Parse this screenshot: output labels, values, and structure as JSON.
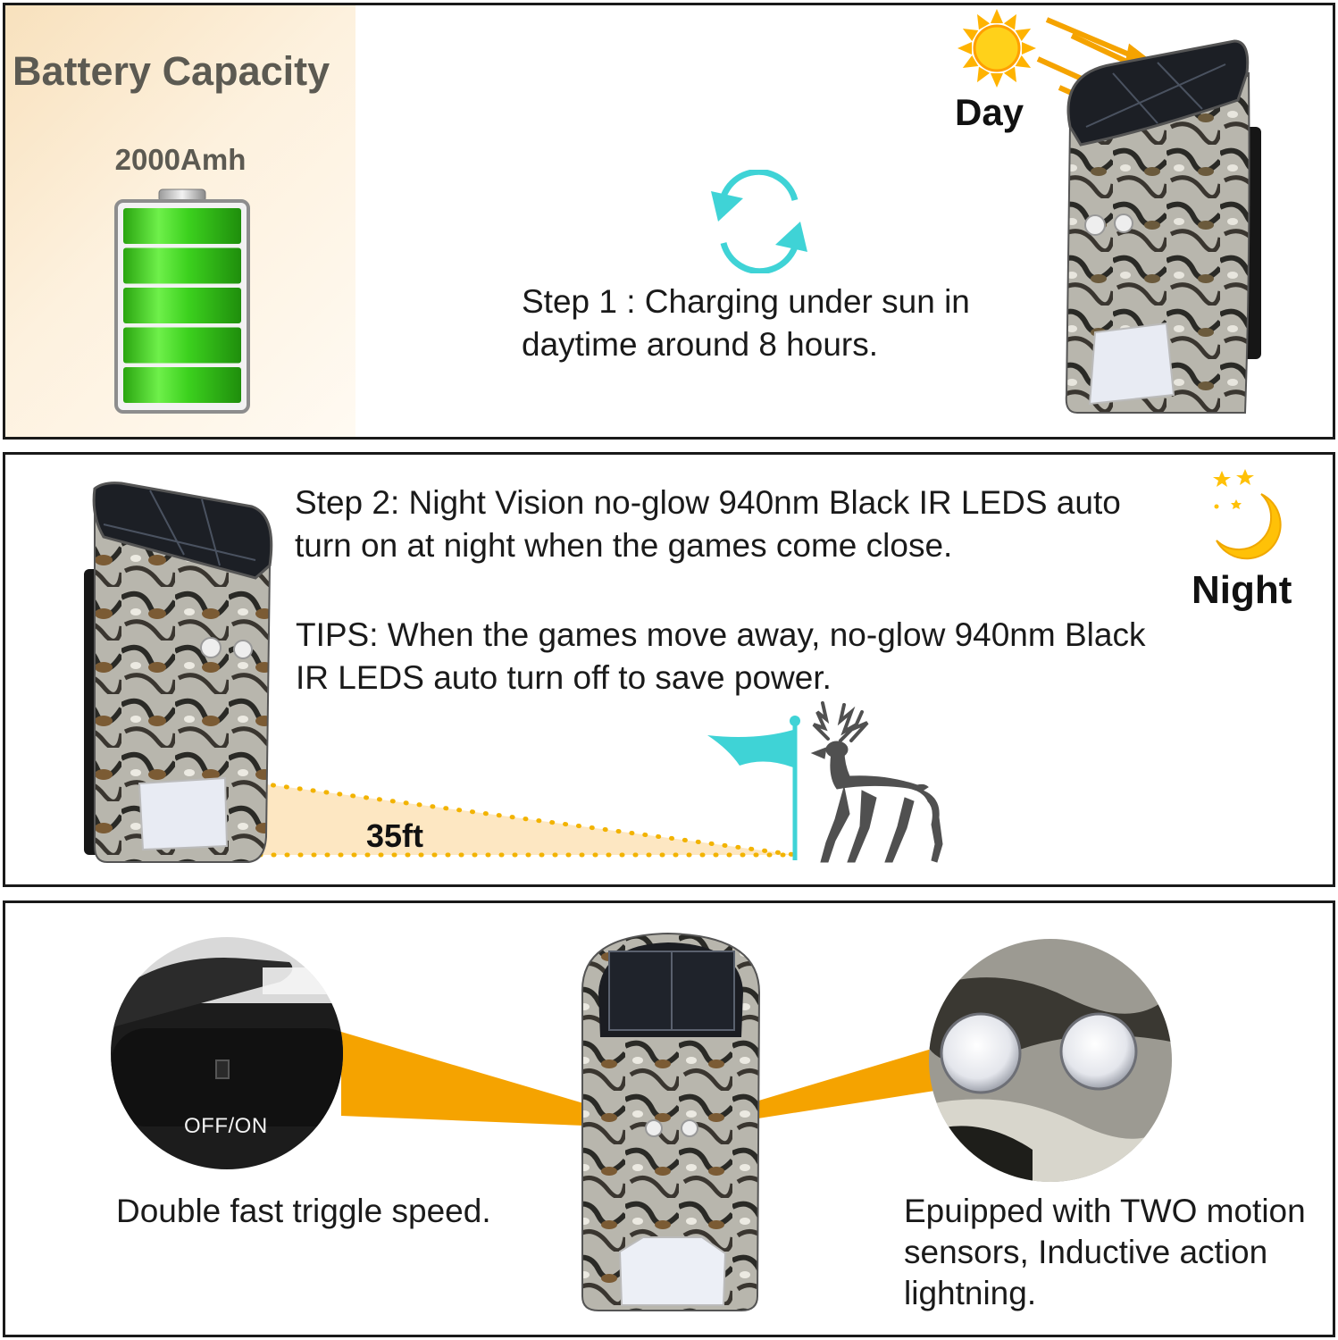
{
  "battery": {
    "title": "Battery Capacity",
    "capacity": "2000Amh",
    "charge_level_fraction": 1.0
  },
  "step1": {
    "day_label": "Day",
    "text": "Step 1 : Charging under sun in daytime around 8 hours.",
    "cycle_icon": "refresh-cycle-icon",
    "sun_icon": "sun-icon"
  },
  "step2": {
    "text": "Step 2: Night Vision no-glow 940nm Black IR LEDS auto turn on at night when the games come close.",
    "tips": "TIPS: When the games move away, no-glow 940nm Black IR LEDS auto turn off to save power.",
    "night_label": "Night",
    "range_label": "35ft",
    "moon_icon": "moon-stars-icon",
    "flag_icon": "flag-icon",
    "deer_icon": "deer-icon"
  },
  "step3": {
    "switch_label": "OFF/ON",
    "speed_text": "Double fast triggle speed.",
    "sensor_text": "Epuipped with TWO motion sensors, Inductive action lightning."
  },
  "colors": {
    "accent_orange": "#f5a300",
    "sun_yellow": "#ffc400",
    "teal": "#3fd3d6",
    "battery_green": "#3cd11e",
    "moon_yellow": "#ffc107"
  }
}
